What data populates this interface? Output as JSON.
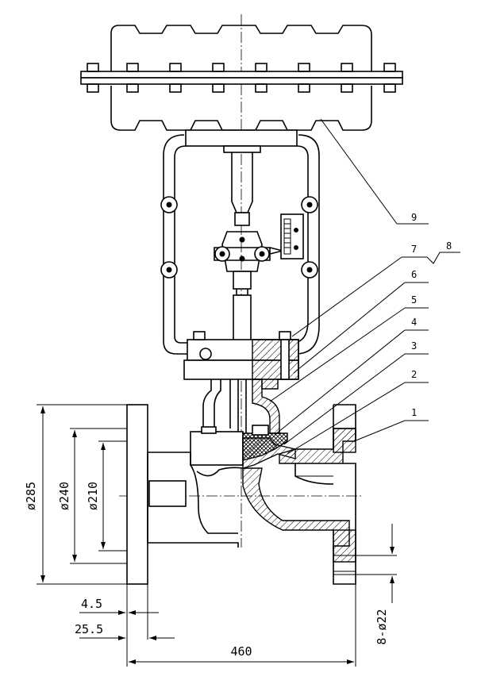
{
  "parts": [
    "1",
    "2",
    "3",
    "4",
    "5",
    "6",
    "7",
    "8",
    "9"
  ],
  "dimensions": {
    "d285": "ø285",
    "d240": "ø240",
    "d210": "ø210",
    "t45": "4.5",
    "t255": "25.5",
    "len460": "460",
    "holes": "8-ø22"
  }
}
